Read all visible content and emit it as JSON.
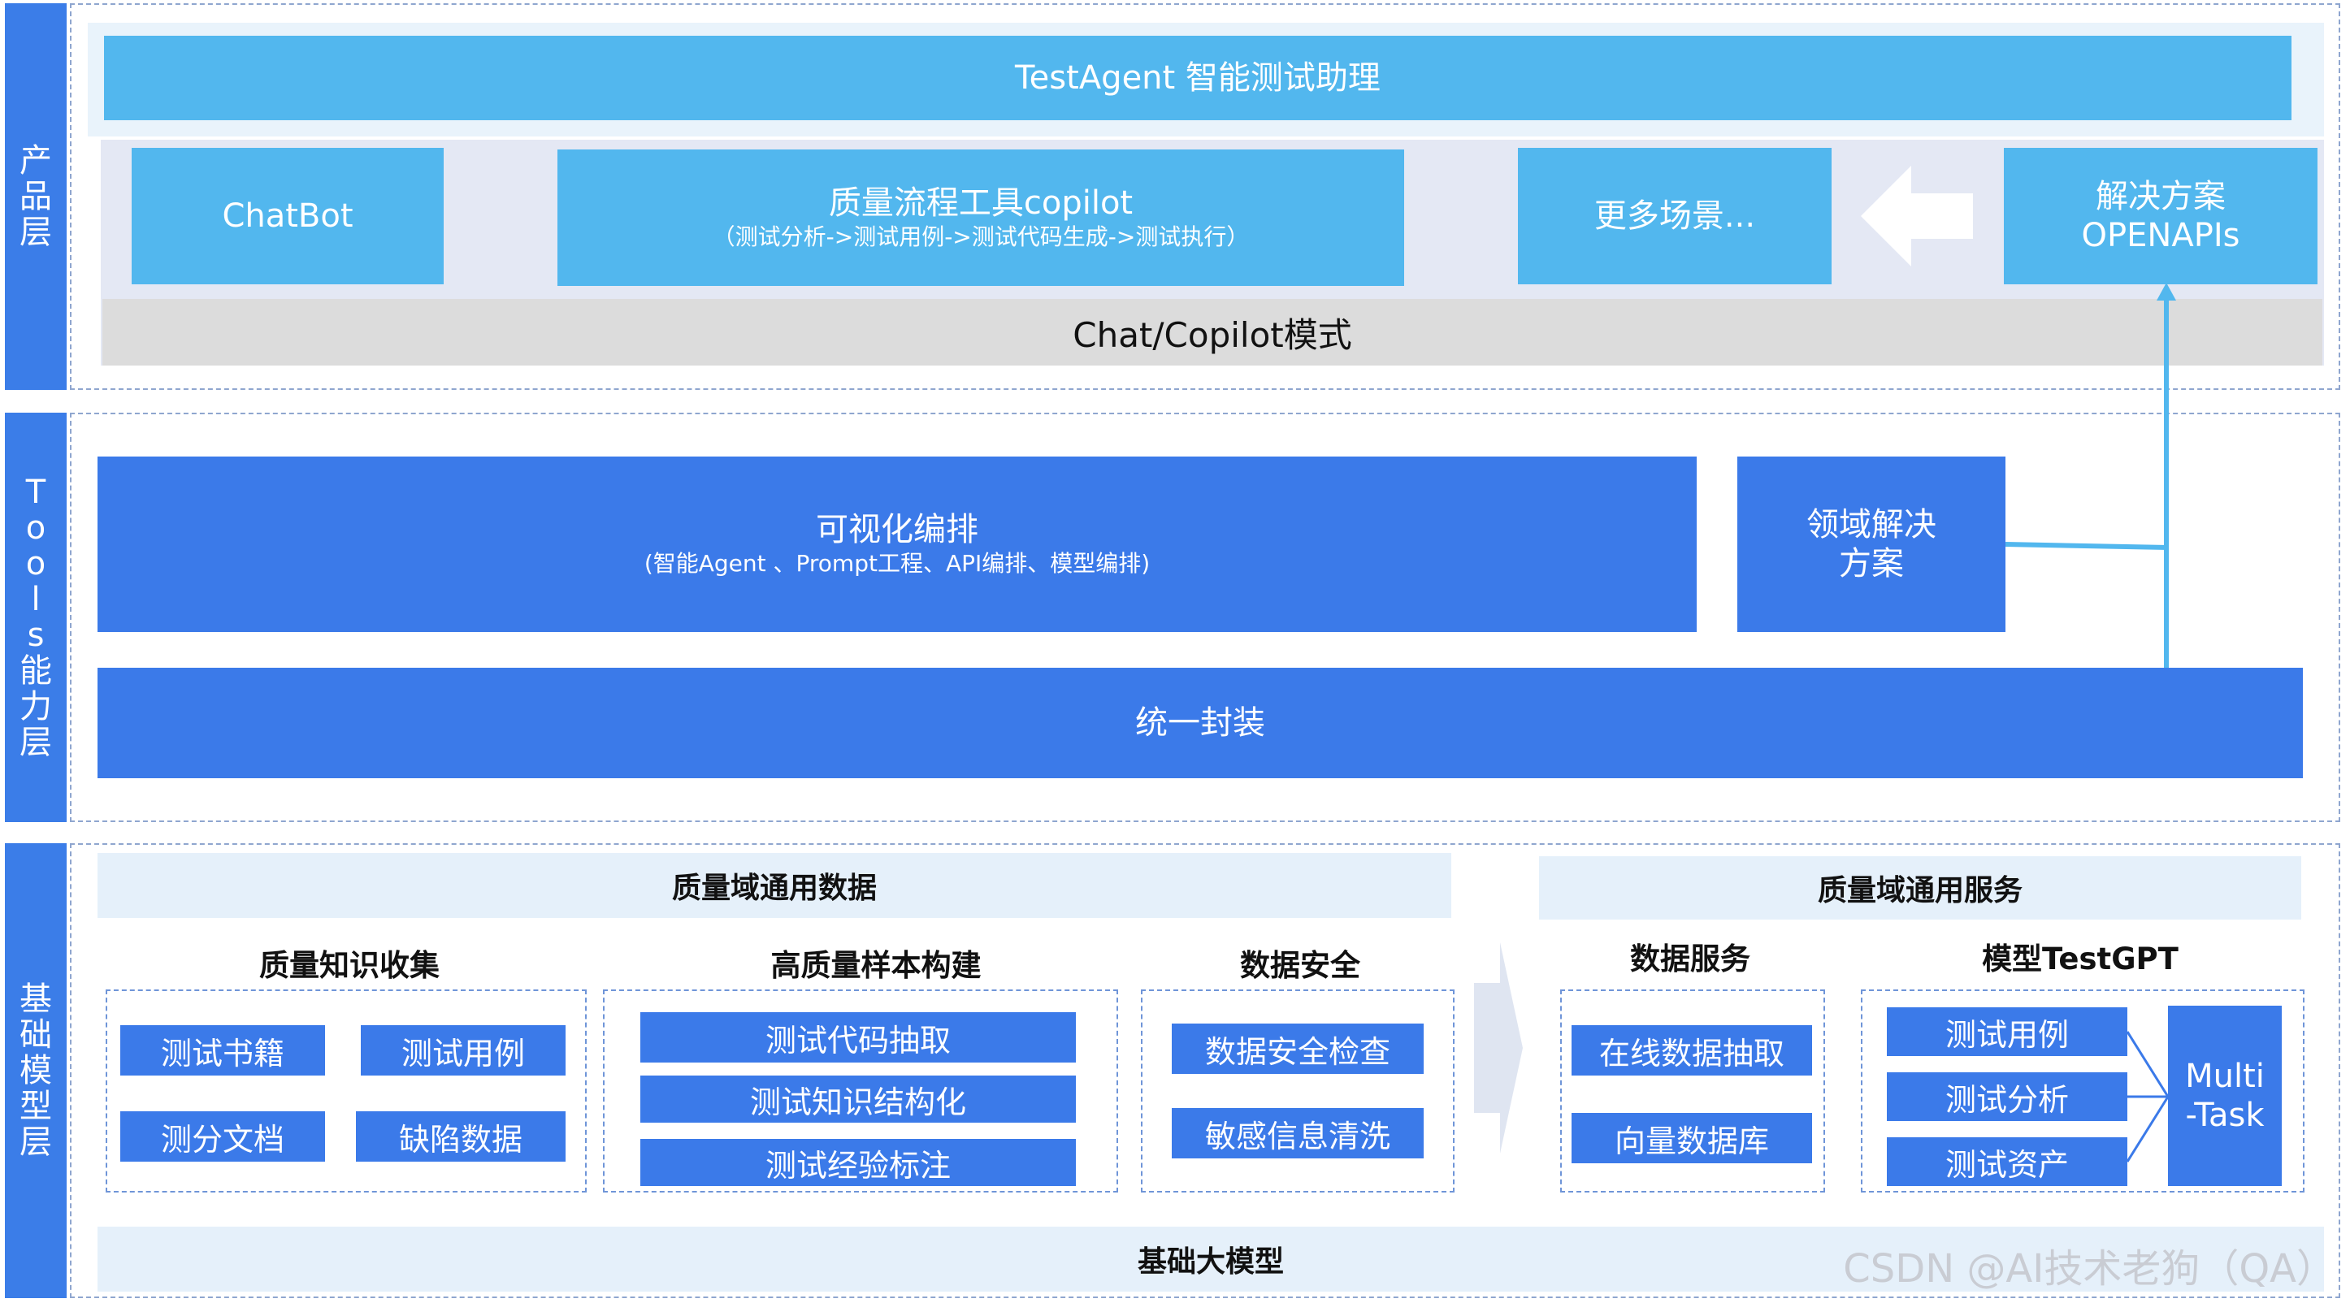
{
  "side_labels": {
    "product": [
      "产",
      "品",
      "层"
    ],
    "tools": [
      "T",
      "o",
      "o",
      "l",
      "s",
      "能",
      "力",
      "层"
    ],
    "base": [
      "基",
      "础",
      "模",
      "型",
      "层"
    ]
  },
  "product_layer": {
    "banner": "TestAgent 智能测试助理",
    "chatbot": "ChatBot",
    "copilot_title": "质量流程工具copilot",
    "copilot_sub": "（测试分析->测试用例->测试代码生成->测试执行）",
    "more": "更多场景...",
    "solution_line1": "解决方案",
    "solution_line2": "OPENAPIs",
    "mode_bar": "Chat/Copilot模式"
  },
  "tools_layer": {
    "visual_title": "可视化编排",
    "visual_sub": "(智能Agent 、Prompt工程、API编排、模型编排)",
    "domain_line1": "领域解决",
    "domain_line2": "方案",
    "unified": "统一封装"
  },
  "base_layer": {
    "data_header": "质量域通用数据",
    "service_header": "质量域通用服务",
    "knowledge": {
      "title": "质量知识收集",
      "items": [
        "测试书籍",
        "测试用例",
        "测分文档",
        "缺陷数据"
      ]
    },
    "samples": {
      "title": "高质量样本构建",
      "items": [
        "测试代码抽取",
        "测试知识结构化",
        "测试经验标注"
      ]
    },
    "security": {
      "title": "数据安全",
      "items": [
        "数据安全检查",
        "敏感信息清洗"
      ]
    },
    "data_service": {
      "title": "数据服务",
      "items": [
        "在线数据抽取",
        "向量数据库"
      ]
    },
    "model": {
      "title": "模型TestGPT",
      "items": [
        "测试用例",
        "测试分析",
        "测试资产"
      ],
      "multi_line1": "Multi",
      "multi_line2": "-Task"
    },
    "foundation": "基础大模型"
  },
  "watermark": "CSDN @AI技术老狗（QA）",
  "colors": {
    "side_blue": "#3b7de8",
    "light_blue": "#52b7ee",
    "dark_blue": "#3b7ae9",
    "header_bg": "#e5f0fa",
    "mode_bar_bg": "#dcdcdc",
    "arrow": "#52b7ee"
  }
}
